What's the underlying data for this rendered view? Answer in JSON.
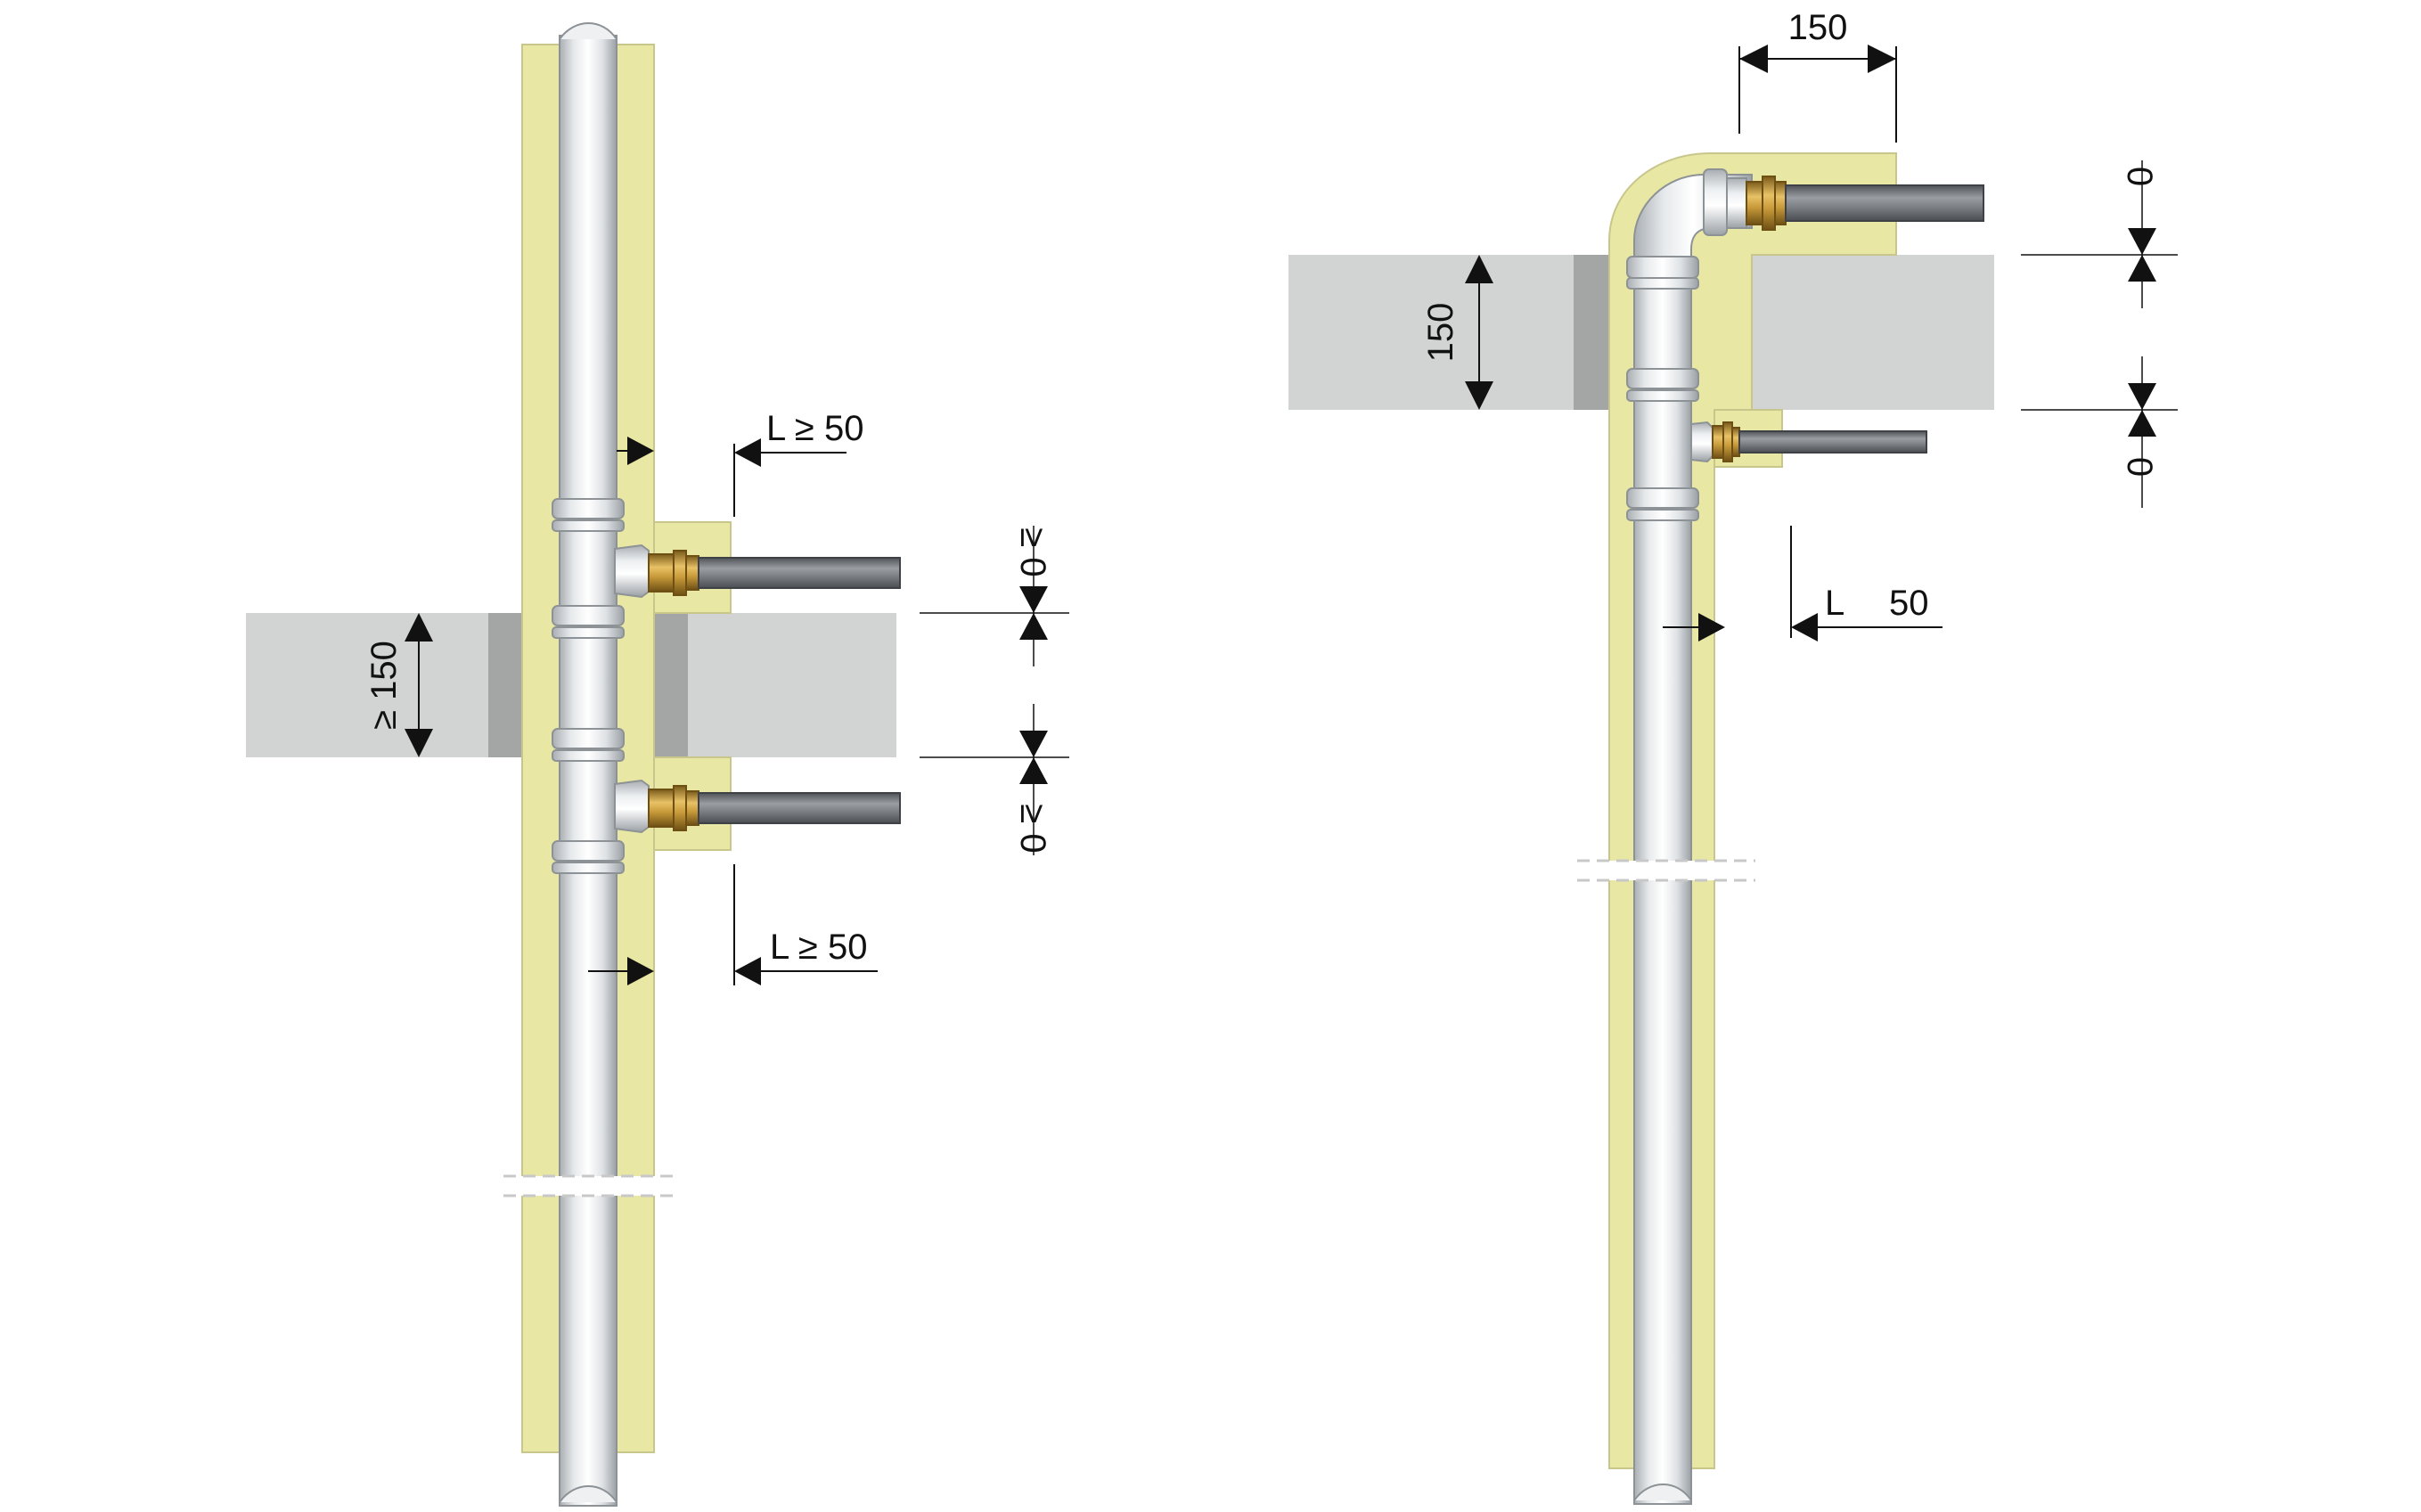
{
  "colors": {
    "insulation": "#e8e7a3",
    "insulation_edge": "#b9b77a",
    "slab": "#d2d3d3",
    "slab_edge": "#8f9090",
    "seal": "#a7a8a8",
    "pipe_light": "#f7f8f9",
    "pipe_mid": "#d6dadd",
    "pipe_dark": "#9aa0a5",
    "branch_pipe": "#6f7377",
    "brass": "#c89a3a",
    "dimension": "#111111"
  },
  "left_figure": {
    "top_offset_label": "L ≥ 50",
    "bottom_offset_label": "L ≥ 50",
    "slab_thickness_label": "≥ 150",
    "upper_clearance_label": "≥ 0",
    "lower_clearance_label": "≥ 0"
  },
  "right_figure": {
    "elbow_length_label": "150",
    "slab_thickness_label": "150",
    "upper_clearance_label": "0",
    "lower_clearance_label": "0",
    "offset_label_l": "L",
    "offset_label_value": "50"
  },
  "icons": {
    "arrow": "triangle-arrowhead",
    "break": "pipe-break-symbol"
  }
}
